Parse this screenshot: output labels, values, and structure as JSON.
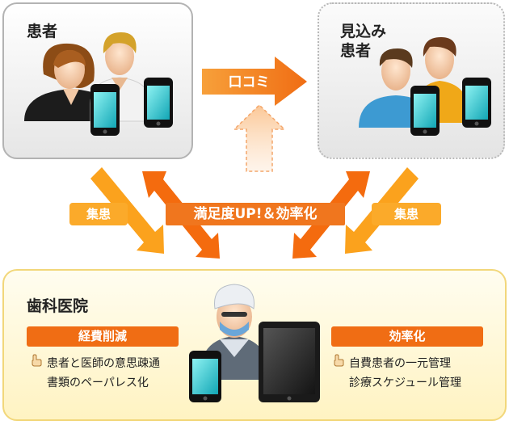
{
  "patients": {
    "title": "患者"
  },
  "prospects": {
    "title": "見込み\n患者"
  },
  "clinic": {
    "title": "歯科医院",
    "left_badge": "経費削減",
    "left_items": [
      "患者と医師の意思疎通",
      "書類のペーパレス化"
    ],
    "right_badge": "効率化",
    "right_items": [
      "自費患者の一元管理",
      "診療スケジュール管理"
    ]
  },
  "arrows": {
    "word_of_mouth": "口コミ",
    "attract_left": "集患",
    "attract_right": "集患",
    "satisfaction": "満足度UP!＆効率化"
  },
  "colors": {
    "orange_dark": "#f06d14",
    "orange_light": "#fbaa2a",
    "peach": "#fde1c8",
    "clinic_fill": "#fff6cc"
  },
  "icons": [
    "person-icon",
    "smartphone-icon",
    "tablet-icon",
    "dentist-icon",
    "hand-pointer-icon"
  ]
}
